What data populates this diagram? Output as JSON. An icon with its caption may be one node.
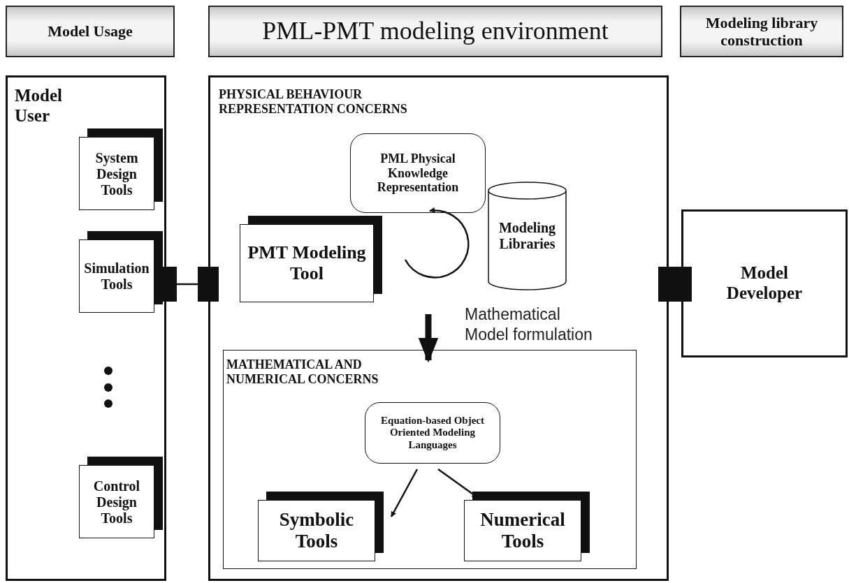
{
  "diagram": {
    "nodes": [
      {
        "text": [
          "Model Usage"
        ]
      },
      {
        "text": [
          "PML-PMT modeling environment"
        ]
      },
      {
        "text": [
          "Modeling library construction"
        ]
      },
      {
        "text": [
          "Model User"
        ]
      },
      {
        "text": [
          "System Design Tools"
        ],
        "in": 3
      },
      {
        "text": [
          "Simulation Tools"
        ],
        "in": 3
      },
      {
        "text": [
          "Control Design Tools"
        ],
        "in": 3
      },
      {
        "text": [
          "PHYSICAL BEHAVIOUR REPRESENTATION CONCERNS"
        ]
      },
      {
        "text": [
          "PML Physical Knowledge Representation"
        ],
        "in": 7
      },
      {
        "text": [
          "PMT Modeling Tool"
        ],
        "in": 7
      },
      {
        "text": [
          "Modeling Libraries"
        ],
        "in": 7
      },
      {
        "text": [
          "MATHEMATICAL AND NUMERICAL CONCERNS"
        ],
        "in": 7
      },
      {
        "text": [
          "Equation-based Object Oriented Modeling Languages"
        ],
        "in": 11
      },
      {
        "text": [
          "Symbolic Tools"
        ],
        "in": 11
      },
      {
        "text": [
          "Numerical Tools"
        ],
        "in": 11
      },
      {
        "text": [
          "Model Developer"
        ]
      }
    ],
    "edges": [
      {
        "from": 3,
        "to": 7,
        "arrow": "other"
      },
      {
        "from": 7,
        "to": 15,
        "arrow": "other"
      },
      {
        "from": 9,
        "to": 8,
        "arrow": "to"
      },
      {
        "from": null,
        "to": 11,
        "arrow": "to",
        "style": "thick",
        "label": "Mathematical Model formulation"
      },
      {
        "from": 12,
        "to": 13,
        "arrow": "to"
      },
      {
        "from": 12,
        "to": 14,
        "arrow": "to"
      }
    ]
  }
}
